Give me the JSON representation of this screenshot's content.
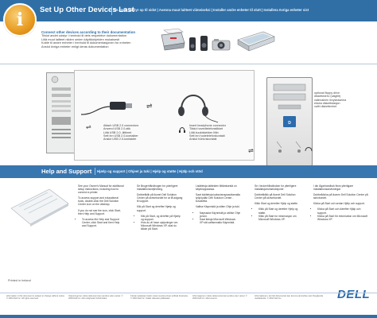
{
  "header": {
    "title": "Set Up Other Devices Last",
    "subtitle": "Sä andet udstyr op til sidst | Asenna muut laitteet viimeiseksi | Installer andre enheter til slutt | Installera övriga enheter sist",
    "colors": {
      "band": "#2f6fa6",
      "icon": "#e79a1f"
    },
    "icon_glyph": "i"
  },
  "connect": {
    "title": "Connect other devices according to their documentation",
    "lines": [
      "Tilslut andet udstyr i henhold til dets respektive dokumentation",
      "Liitä muut laitteet niiden omien käyttöohjeiden mukaisesti",
      "Koble til andre enheter i henhold til dokumentasjonen for enheten",
      "Anslut övriga enheter enligt deras dokumentation"
    ]
  },
  "usb": {
    "symbol": "⇌",
    "lines": [
      "Attach USB 2.0 connectors",
      "Anvend USB 2.0-stik",
      "Liitä USB 2.0 -liittimet",
      "Sett inn USB 2.0-kontakter",
      "Anslut USB 2.0-kontakter"
    ]
  },
  "audio": {
    "lines": [
      "Insert headphone connector",
      "Tilslut hovedtelefonstikket",
      "Liitä kuulokkeiden liitin",
      "Sett inn hodetelefonkontakt",
      "Anslut hörlurskontakt"
    ]
  },
  "callouts": {
    "lines": [
      "optional floppy drive",
      "diskettedrev (valgfrit)",
      "valinnainen levykeasema",
      "ekstra diskettstasjon",
      "valfri diskettenhet"
    ]
  },
  "help": {
    "title": "Help and Support",
    "subtitle": "Hjælp og support | Ohjeet ja tuki | Hjelp og støtte | Hjälp och stöd",
    "columns": [
      {
        "paras": [
          "See your Owner's Manual for additional setup instructions, including how to connect a printer.",
          "To access support and educational tools, double-click the Dell Solution Center icon on the desktop.",
          "If you do not see the icon, click Start, then Help and Support."
        ],
        "bullets": [
          "To access the Help and Support Center, click Start and then Help and Support."
        ]
      },
      {
        "paras": [
          "Se Brugerhåndbogen for yderligere installationsvejledning.",
          "Dobbeltklik på ikonet Dell Solution Center på skrivebordet for at få adgang til support.",
          "Klik på Start og derefter Hjælp og support."
        ],
        "bullets": [
          "Klik på Start, og derefter på Hjælp og support.",
          "Hvis du vil have oplysninger om Microsoft Windows XP, skal du klikke på Start."
        ]
      },
      {
        "paras": [
          "Lisätietoja laitteiden liittämisestä on käyttöoppaassa.",
          "Saat tukitietoja kaksoisnapsauttamalla työpöydän Dell Solution Center -kuvaketta.",
          "Valitse Käynnistä ja sitten Ohje ja tuki."
        ],
        "bullets": [
          "Napsauta Käynnistä ja valitse Ohje ja tuki.",
          "Saat tietoja Microsoft Windows XP:stä valitsemalla Käynnistä."
        ]
      },
      {
        "paras": [
          "Se i brukerhåndboken for ytterligere installasjonsinstruksjoner.",
          "Dobbeltklikk på ikonet Dell Solution Center på skrivebordet.",
          "Klikk Start og deretter Hjelp og støtte."
        ],
        "bullets": [
          "Klikk på Start og deretter Hjelp og støtte.",
          "Klikk på Start for informasjon om Microsoft Windows XP."
        ]
      },
      {
        "paras": [
          "I din Ägarhandbok finns ytterligare installationsanvisningar.",
          "Dubbelklicka på ikonen Dell Solution Center på skrivbordet.",
          "Klicka på Start och sedan Hjälp och support."
        ],
        "bullets": [
          "Klicka på Start och därefter Hjälp och support.",
          "Klicka på Start för information om Microsoft Windows XP."
        ]
      }
    ]
  },
  "footer": {
    "printed": "Printed in Ireland",
    "logo": "DELL",
    "fine_print": [
      "Information in this document is subject to change without notice. © 2004 Dell Inc. All rights reserved.",
      "Oplysningerne i dette dokument kan ændres uden varsel. © 2004 Dell Inc. Alle rettigheder forbeholdes.",
      "Tämän asiakirjan tiedot voivat muuttua ilman erillistä ilmoitusta. © 2004 Dell Inc. Kaikki oikeudet pidätetään.",
      "Informasjonen i dette dokumentet kan endres uten varsel. © 2004 Dell Inc. Med enerett.",
      "Informationen i det här dokumentet kan komma att ändras utan föregående meddelande. © 2004 Dell Inc."
    ]
  }
}
